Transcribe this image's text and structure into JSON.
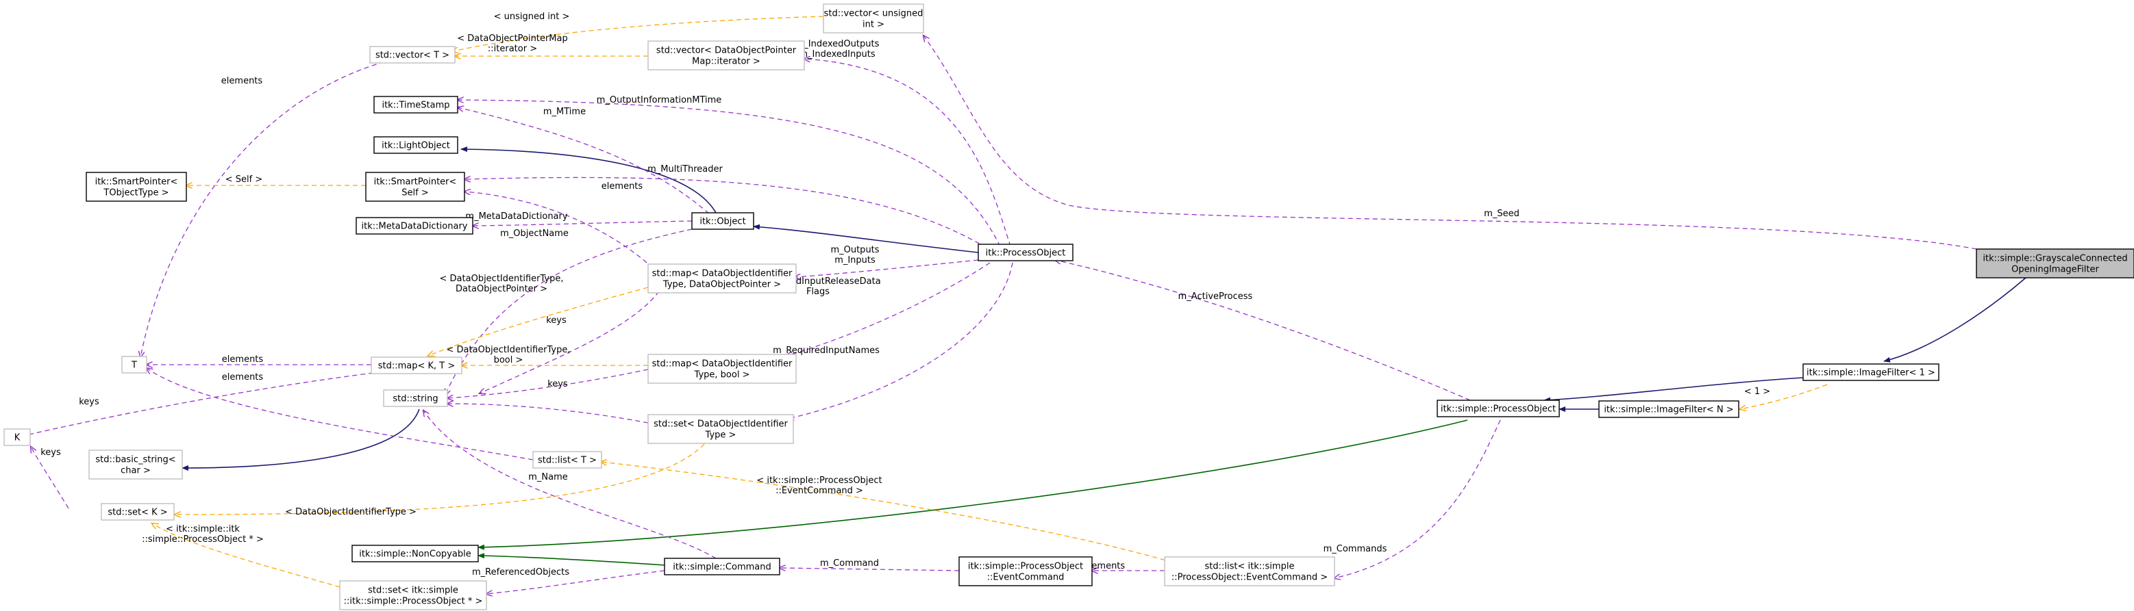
{
  "nodes": {
    "grayscale_filter": [
      "itk::simple::GrayscaleConnected",
      "OpeningImageFilter"
    ],
    "image_filter_1": [
      "itk::simple::ImageFilter< 1 >"
    ],
    "image_filter_n": [
      "itk::simple::ImageFilter< N >"
    ],
    "simple_process_object": [
      "itk::simple::ProcessObject"
    ],
    "noncopyable": [
      "itk::simple::NonCopyable"
    ],
    "command": [
      "itk::simple::Command"
    ],
    "event_command": [
      "itk::simple::ProcessObject",
      "::EventCommand"
    ],
    "list_event_command": [
      "std::list< itk::simple",
      "::ProcessObject::EventCommand >"
    ],
    "set_process_object": [
      "std::set< itk::simple",
      "::itk::simple::ProcessObject * >"
    ],
    "set_k": [
      "std::set< K >"
    ],
    "k": [
      "K"
    ],
    "basic_string": [
      "std::basic_string<",
      "char >"
    ],
    "t": [
      "T"
    ],
    "string": [
      "std::string"
    ],
    "list_t": [
      "std::list< T >"
    ],
    "set_doid": [
      "std::set< DataObjectIdentifier",
      "Type >"
    ],
    "map_doid_bool": [
      "std::map< DataObjectIdentifier",
      "Type, bool >"
    ],
    "map_k_t": [
      "std::map< K, T >"
    ],
    "map_doid_ptr": [
      "std::map< DataObjectIdentifier",
      "Type, DataObjectPointer >"
    ],
    "metadata_dictionary": [
      "itk::MetaDataDictionary"
    ],
    "itk_object": [
      "itk::Object"
    ],
    "process_object": [
      "itk::ProcessObject"
    ],
    "smartpointer_self": [
      "itk::SmartPointer<",
      "Self >"
    ],
    "smartpointer_t": [
      "itk::SmartPointer<",
      "TObjectType >"
    ],
    "light_object": [
      "itk::LightObject"
    ],
    "timestamp": [
      "itk::TimeStamp"
    ],
    "vector_t": [
      "std::vector< T >"
    ],
    "vector_map_iter": [
      "std::vector< DataObjectPointer",
      "Map::iterator >"
    ],
    "vector_uint": [
      "std::vector< unsigned",
      "int >"
    ]
  },
  "edge_labels": {
    "m_seed": [
      "m_Seed"
    ],
    "templ_1": [
      "< 1 >"
    ],
    "m_active_process": [
      "m_ActiveProcess"
    ],
    "m_commands": [
      "m_Commands"
    ],
    "elements_ec": [
      "elements"
    ],
    "m_command": [
      "m_Command"
    ],
    "m_referenced_objects": [
      "m_ReferencedObjects"
    ],
    "m_name": [
      "m_Name"
    ],
    "templ_event_command": [
      "< itk::simple::ProcessObject",
      "::EventCommand >"
    ],
    "templ_doid_type": [
      "< DataObjectIdentifierType >"
    ],
    "templ_process_object_ptr": [
      "< itk::simple::itk",
      "::simple::ProcessObject * >"
    ],
    "keys_set_k": [
      "keys"
    ],
    "keys_map": [
      "keys"
    ],
    "elements_t_1": [
      "elements"
    ],
    "elements_t_2": [
      "elements"
    ],
    "keys_string_1": [
      "keys"
    ],
    "keys_string_2": [
      "keys"
    ],
    "templ_doid_bool": [
      "< DataObjectIdentifierType,",
      "bool >"
    ],
    "templ_doid_ptr": [
      "< DataObjectIdentifierType,",
      "DataObjectPointer >"
    ],
    "m_object_name": [
      "m_ObjectName"
    ],
    "m_metadata_dictionary": [
      "m_MetaDataDictionary"
    ],
    "elements_sp": [
      "elements"
    ],
    "m_multithreader": [
      "m_MultiThreader"
    ],
    "templ_self": [
      "< Self >"
    ],
    "m_mtime": [
      "m_MTime"
    ],
    "m_output_info_mtime": [
      "m_OutputInformationMTime"
    ],
    "m_indexed": [
      "m_IndexedOutputs",
      "m_IndexedInputs"
    ],
    "m_outputs_inputs": [
      "m_Outputs",
      "m_Inputs"
    ],
    "m_cached": [
      "m_CachedInputReleaseData",
      "Flags"
    ],
    "m_required": [
      "m_RequiredInputNames"
    ],
    "templ_unsigned_int": [
      "< unsigned int >"
    ],
    "templ_map_iter": [
      "< DataObjectPointerMap",
      "::iterator >"
    ],
    "elements_vec": [
      "elements"
    ]
  },
  "colors": {
    "inheritance": "#191970",
    "private_inheritance": "#006400",
    "usage": "#9a32cd",
    "template": "#ffa500",
    "focus_fill": "#bfbfbf",
    "undocumented_border": "#bfbfbf"
  }
}
